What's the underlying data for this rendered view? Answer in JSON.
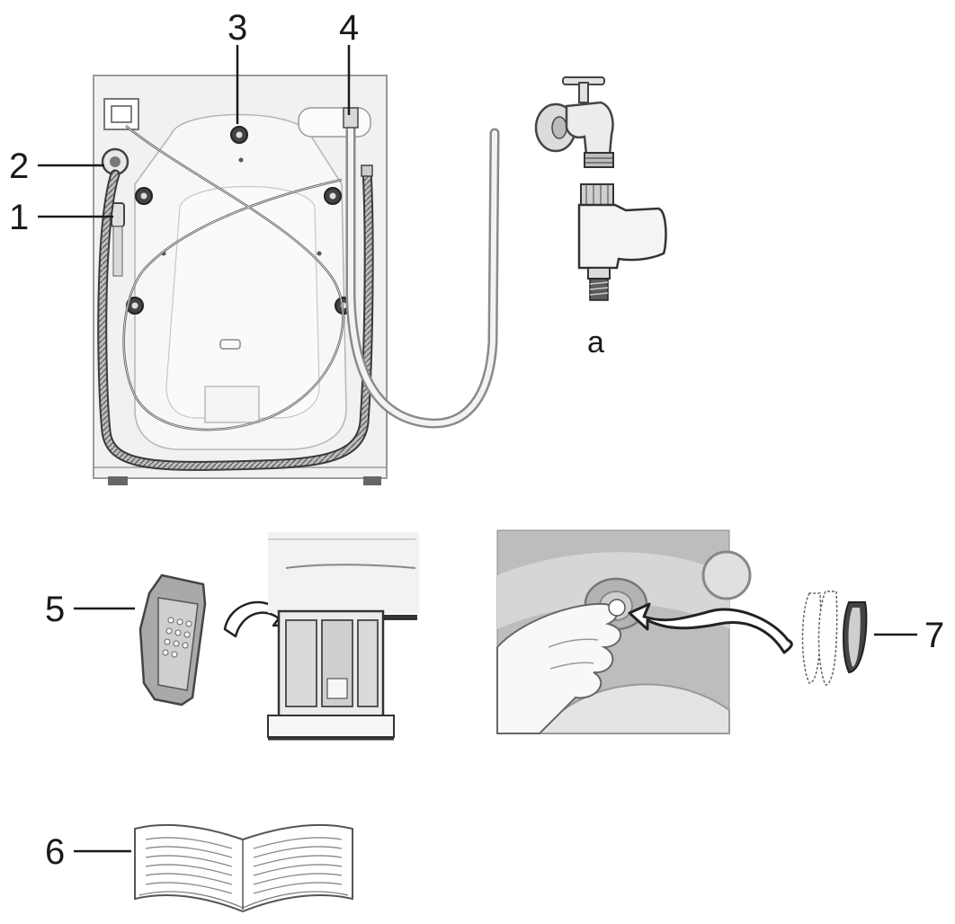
{
  "figure": {
    "callouts": [
      {
        "id": "1",
        "label": "1"
      },
      {
        "id": "2",
        "label": "2"
      },
      {
        "id": "3",
        "label": "3"
      },
      {
        "id": "4",
        "label": "4"
      },
      {
        "id": "5",
        "label": "5"
      },
      {
        "id": "6",
        "label": "6"
      },
      {
        "id": "7",
        "label": "7"
      },
      {
        "id": "a",
        "label": "a"
      }
    ]
  }
}
